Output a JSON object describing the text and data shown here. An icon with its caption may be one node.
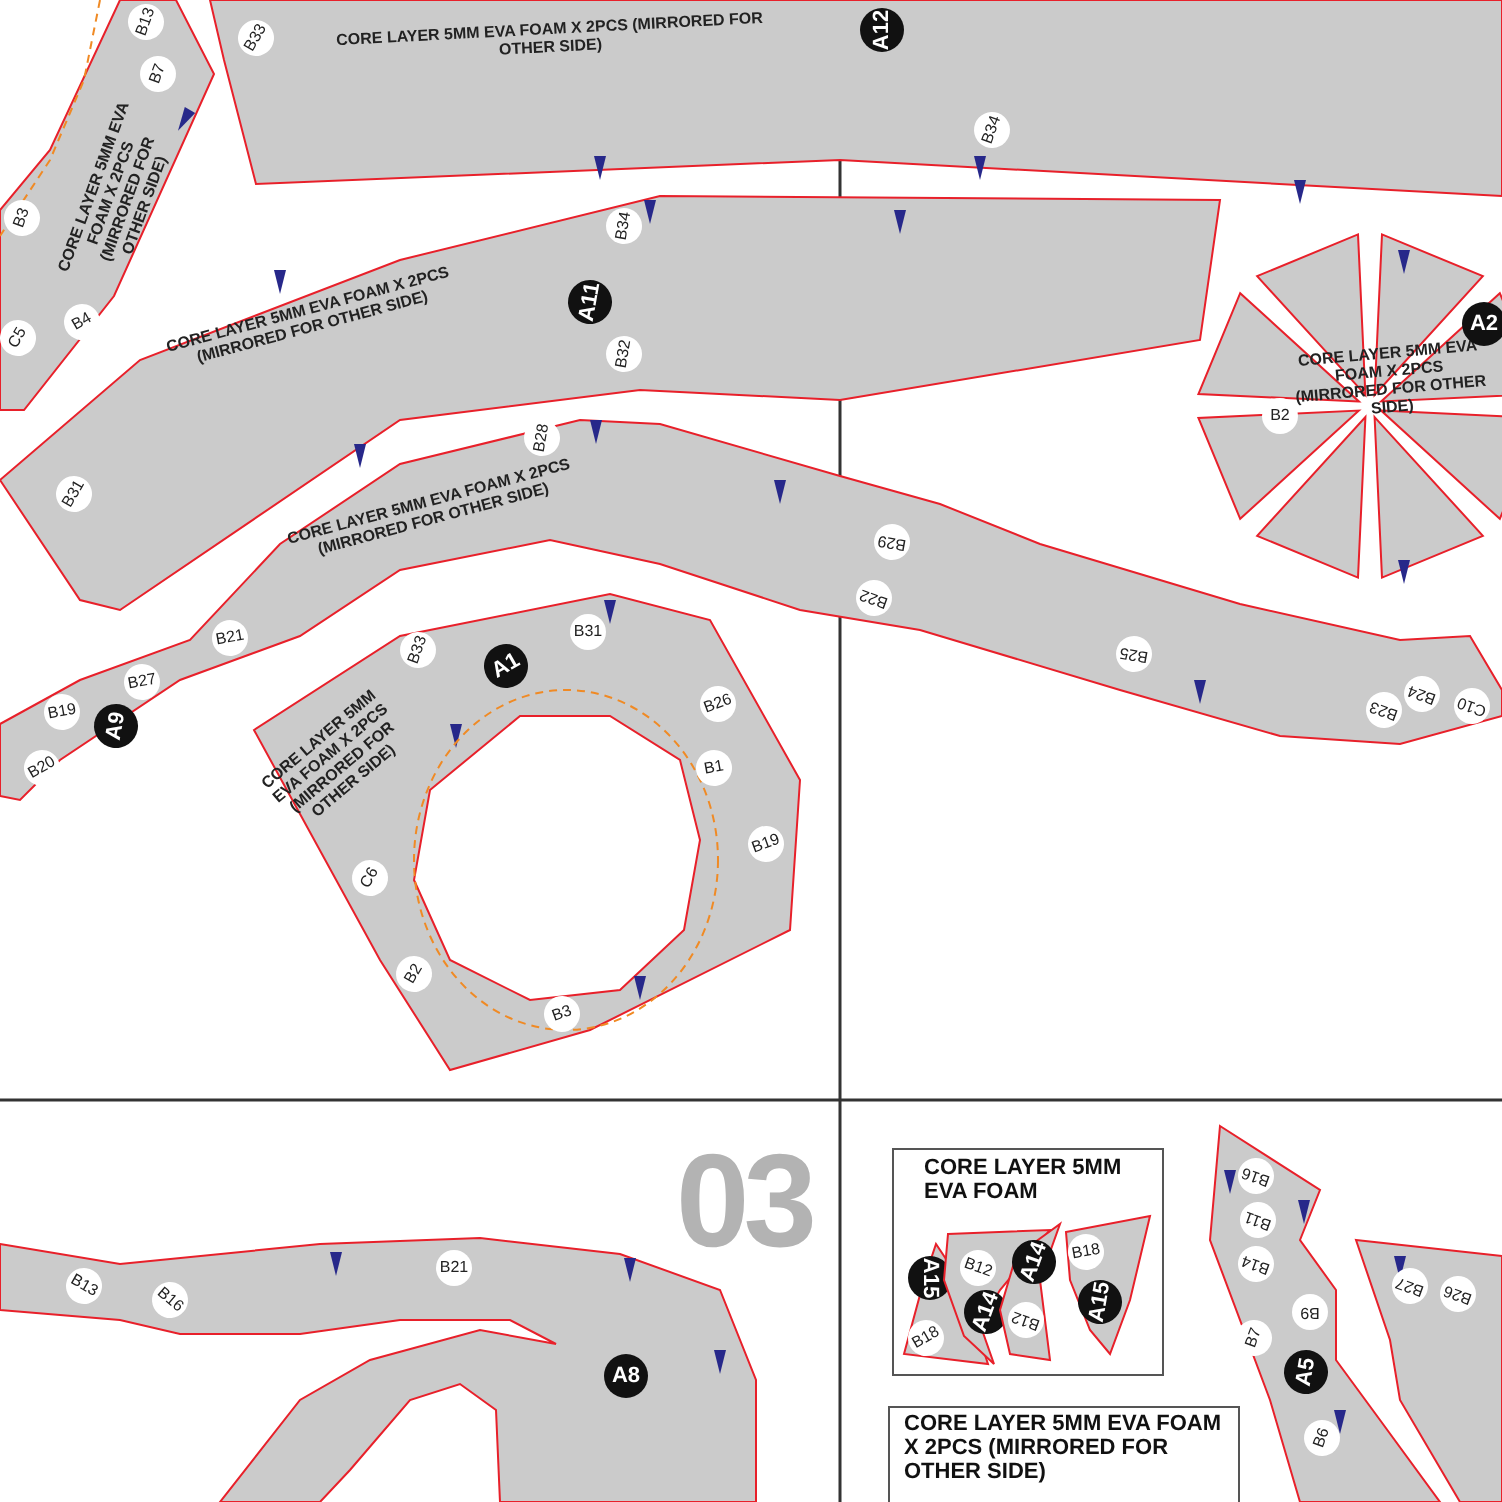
{
  "diagram": {
    "nodes": [
      {
        "text": [
          "CORE LAYER 5MM EVA FOAM X 2PCS (MIRRORED FOR OTHER SIDE)",
          "B13",
          "B7",
          "B3",
          "B4",
          "C5"
        ]
      },
      {
        "text": [
          "CORE LAYER 5MM EVA FOAM X 2PCS (MIRRORED FOR OTHER SIDE)",
          "B33",
          "A12",
          "B34"
        ]
      },
      {
        "text": [
          "CORE LAYER 5MM EVA FOAM X 2PCS (MIRRORED FOR OTHER SIDE)",
          "B34",
          "A11",
          "B32",
          "B31"
        ]
      },
      {
        "text": [
          "CORE LAYER 5MM EVA FOAM X 2PCS (MIRRORED FOR OTHER SIDE)",
          "B28",
          "B21",
          "B27",
          "B19",
          "A9",
          "B20",
          "B29",
          "B22",
          "B25",
          "B23",
          "B24",
          "C10"
        ]
      },
      {
        "text": [
          "CORE LAYER 5MM EVA FOAM X 2PCS (MIRRORED FOR OTHER SIDE)",
          "B33",
          "A1",
          "B31",
          "B26",
          "B1",
          "B19",
          "C6",
          "B2",
          "B3"
        ]
      },
      {
        "text": [
          "CORE LAYER 5MM EVA FOAM X 2PCS (MIRRORED FOR OTHER SIDE)",
          "B2",
          "A2"
        ]
      },
      {
        "text": [
          "B13",
          "B16",
          "B21",
          "A8"
        ]
      },
      {
        "text": [
          "CORE LAYER 5MM EVA FOAM"
        ]
      },
      {
        "text": [
          "A15",
          "B18"
        ],
        "in": 7
      },
      {
        "text": [
          "B12",
          "A14"
        ],
        "in": 7
      },
      {
        "text": [
          "A14",
          "B12"
        ],
        "in": 7
      },
      {
        "text": [
          "B18",
          "A15"
        ],
        "in": 7
      },
      {
        "text": [
          "B16",
          "B11",
          "B14",
          "B9",
          "B7",
          "A5",
          "B6"
        ]
      },
      {
        "text": [
          "B27",
          "B26"
        ]
      },
      {
        "text": [
          "CORE LAYER 5MM EVA FOAM X 2PCS (MIRRORED FOR OTHER SIDE)"
        ]
      }
    ],
    "labels": [
      "03"
    ]
  }
}
